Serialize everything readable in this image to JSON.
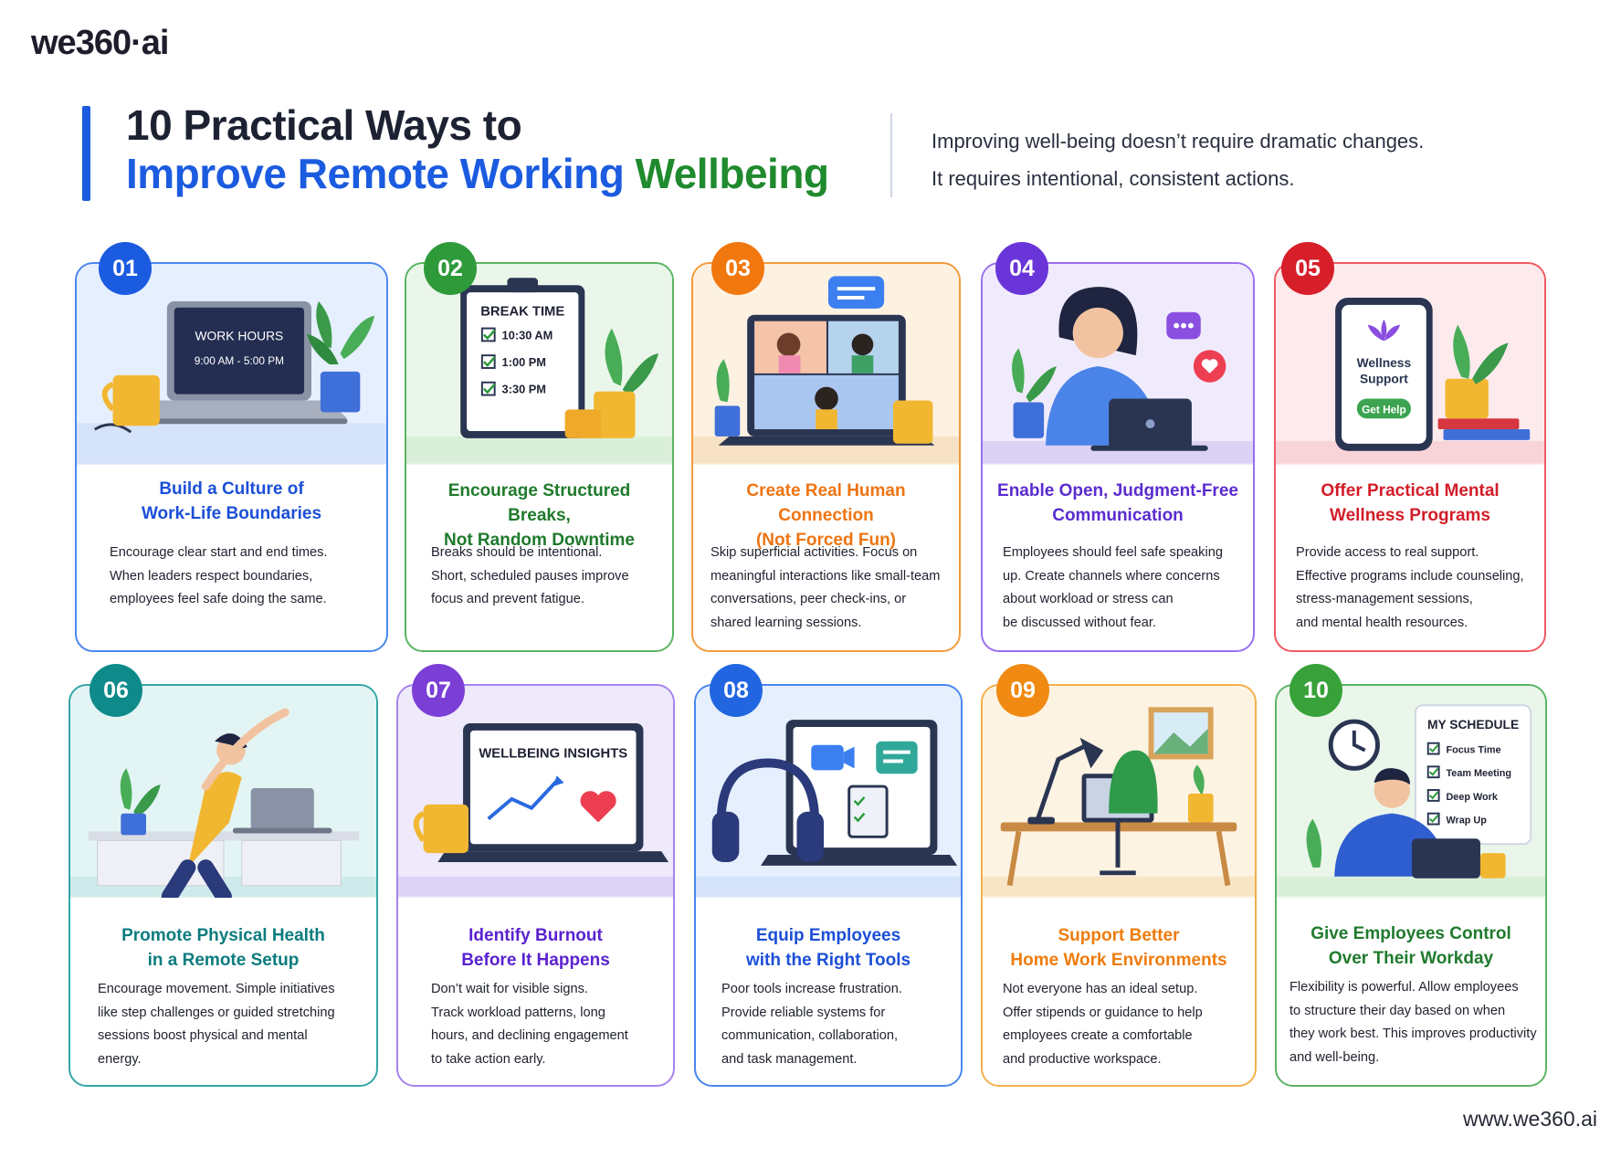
{
  "brand": {
    "logo": "we360·ai",
    "website": "www.we360.ai"
  },
  "header": {
    "title_line1": "10 Practical Ways to",
    "title_line2_blue": "Improve Remote Working",
    "title_line2_green": "Wellbeing",
    "intro_line1": "Improving well-being doesn’t require dramatic changes.",
    "intro_line2": "It requires intentional, consistent actions."
  },
  "colors": {
    "blue": "#1b5be0",
    "green": "#1f8a2e",
    "orange": "#f0780f",
    "purple": "#6a35d8",
    "red": "#d71f2a",
    "teal": "#0e8a8a",
    "violet": "#7b3fd6",
    "blue2": "#2166e0",
    "amber": "#f08a12",
    "green2": "#38a13a"
  },
  "cards": [
    {
      "number": "01",
      "title_line1": "Build a Culture of",
      "title_line2": "Work-Life Boundaries",
      "body": [
        "Encourage clear start and end times.",
        "When leaders respect boundaries,",
        "employees feel safe doing the same."
      ],
      "illustration": {
        "screen_title": "WORK HOURS",
        "screen_value": "9:00 AM - 5:00 PM"
      }
    },
    {
      "number": "02",
      "title_line1": "Encourage Structured Breaks,",
      "title_line2": "Not Random Downtime",
      "body": [
        "Breaks should be intentional.",
        "Short, scheduled pauses improve",
        "focus and prevent fatigue."
      ],
      "illustration": {
        "board_title": "BREAK TIME",
        "times": [
          "10:30 AM",
          "1:00 PM",
          "3:30 PM"
        ]
      }
    },
    {
      "number": "03",
      "title_line1": "Create Real Human Connection",
      "title_line2": "(Not Forced Fun)",
      "body": [
        "Skip superficial activities. Focus on",
        "meaningful interactions like small-team",
        "conversations, peer check-ins, or",
        "shared learning sessions."
      ]
    },
    {
      "number": "04",
      "title_line1": "Enable Open, Judgment-Free",
      "title_line2": "Communication",
      "body": [
        "Employees should feel safe speaking",
        "up. Create channels where concerns",
        "about workload or stress can",
        "be discussed without fear."
      ]
    },
    {
      "number": "05",
      "title_line1": "Offer Practical Mental",
      "title_line2": "Wellness Programs",
      "body": [
        "Provide access to real support.",
        "Effective programs include counseling,",
        "stress-management sessions,",
        "and mental health resources."
      ],
      "illustration": {
        "phone_line1": "Wellness",
        "phone_line2": "Support",
        "phone_button": "Get Help"
      }
    },
    {
      "number": "06",
      "title_line1": "Promote Physical Health",
      "title_line2": "in a Remote Setup",
      "body": [
        "Encourage movement. Simple initiatives",
        "like step challenges or guided stretching",
        "sessions boost physical and mental",
        "energy."
      ]
    },
    {
      "number": "07",
      "title_line1": "Identify Burnout",
      "title_line2": "Before It Happens",
      "body": [
        "Don’t wait for visible signs.",
        "Track workload patterns, long",
        "hours, and declining engagement",
        "to take action early."
      ],
      "illustration": {
        "screen_title": "WELLBEING INSIGHTS"
      }
    },
    {
      "number": "08",
      "title_line1": "Equip Employees",
      "title_line2": "with the Right Tools",
      "body": [
        "Poor tools increase frustration.",
        "Provide reliable systems for",
        "communication, collaboration,",
        "and task management."
      ]
    },
    {
      "number": "09",
      "title_line1": "Support Better",
      "title_line2": "Home Work Environments",
      "body": [
        "Not everyone has an ideal setup.",
        "Offer stipends or guidance to help",
        "employees create a comfortable",
        "and productive workspace."
      ]
    },
    {
      "number": "10",
      "title_line1": "Give Employees Control",
      "title_line2": "Over Their Workday",
      "body": [
        "Flexibility is powerful. Allow employees",
        "to structure their day based on when",
        "they work best. This improves productivity",
        "and well-being."
      ],
      "illustration": {
        "schedule_title": "MY SCHEDULE",
        "items": [
          "Focus Time",
          "Team Meeting",
          "Deep Work",
          "Wrap Up"
        ]
      }
    }
  ]
}
